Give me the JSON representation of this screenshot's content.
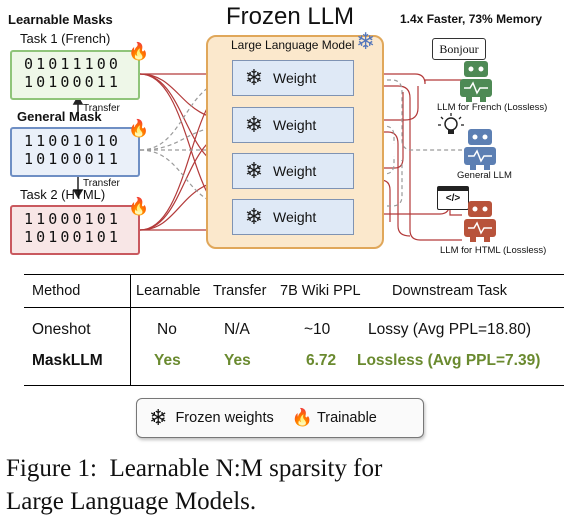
{
  "figure": {
    "learnable_masks_title": "Learnable Masks",
    "frozen_llm_title": "Frozen LLM",
    "speed_note": "1.4x Faster, 73% Memory",
    "llm_box_label": "Large Language Model",
    "weight_label": "Weight",
    "transfer_label": "Transfer",
    "masks": [
      {
        "title": "Task 1 (French)",
        "row1": "01011100",
        "row2": "10100011",
        "color": "#8fc47a",
        "fill": "#eef7e8"
      },
      {
        "title": "General Mask",
        "row1": "11001010",
        "row2": "10100011",
        "color": "#6f8fc4",
        "fill": "#eaf0f9"
      },
      {
        "title": "Task 2 (HTML)",
        "row1": "11000101",
        "row2": "10100101",
        "color": "#c9595f",
        "fill": "#f8e6e6"
      }
    ],
    "outputs": [
      {
        "bubble": "Bonjour",
        "label": "LLM for French (Lossless)",
        "icon": "robot-speech-icon"
      },
      {
        "label": "General LLM",
        "icon": "robot-lightbulb-icon"
      },
      {
        "bubble": "</>",
        "label": "LLM for HTML (Lossless)",
        "icon": "robot-code-icon"
      }
    ]
  },
  "table": {
    "headers": [
      "Method",
      "Learnable",
      "Transfer",
      "7B Wiki PPL",
      "Downstream Task"
    ],
    "rows": [
      [
        "Oneshot",
        "No",
        "N/A",
        "~10",
        "Lossy (Avg PPL=18.80)"
      ],
      [
        "MaskLLM",
        "Yes",
        "Yes",
        "6.72",
        "Lossless (Avg PPL=7.39)"
      ]
    ]
  },
  "legend": {
    "frozen_label": "Frozen weights",
    "trainable_label": "Trainable"
  },
  "caption": {
    "line1": "Figure 1:  Learnable N:M sparsity for",
    "line2": "Large Language Models."
  },
  "colors": {
    "accent_green": "#6a8a2f",
    "llm_box_border": "#e0a75a",
    "llm_box_fill": "#fbe8cc"
  }
}
